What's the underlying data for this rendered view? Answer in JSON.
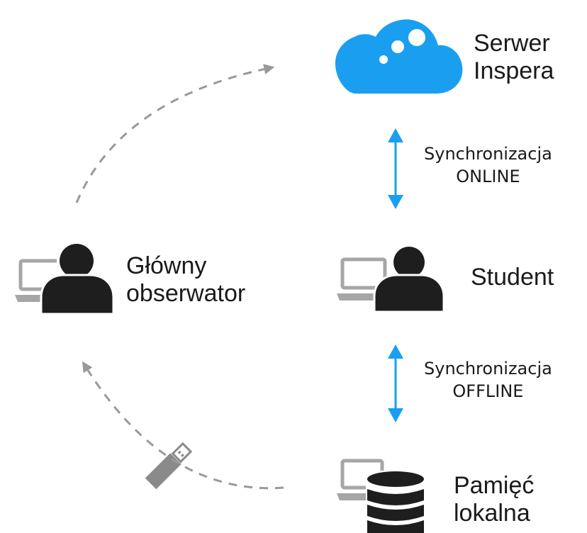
{
  "nodes": {
    "server": {
      "line1": "Serwer",
      "line2": "Inspera"
    },
    "student": {
      "label": "Student"
    },
    "observer": {
      "line1": "Główny",
      "line2": "obserwator"
    },
    "local": {
      "line1": "Pamięć",
      "line2": "lokalna"
    }
  },
  "links": {
    "online": {
      "line1": "Synchronizacja",
      "line2": "ONLINE"
    },
    "offline": {
      "line1": "Synchronizacja",
      "line2": "OFFLINE"
    }
  },
  "colors": {
    "cloud": "#1a9ff0",
    "sync_arrow": "#1a9ff0",
    "dashed_arrow": "#999999",
    "laptop": "#a6a6a6",
    "person": "#1e1e1e",
    "database": "#1e1e1e",
    "usb": "#8a8a8a"
  },
  "icons": [
    "cloud-icon",
    "person-icon",
    "laptop-icon",
    "database-icon",
    "usb-drive-icon"
  ]
}
